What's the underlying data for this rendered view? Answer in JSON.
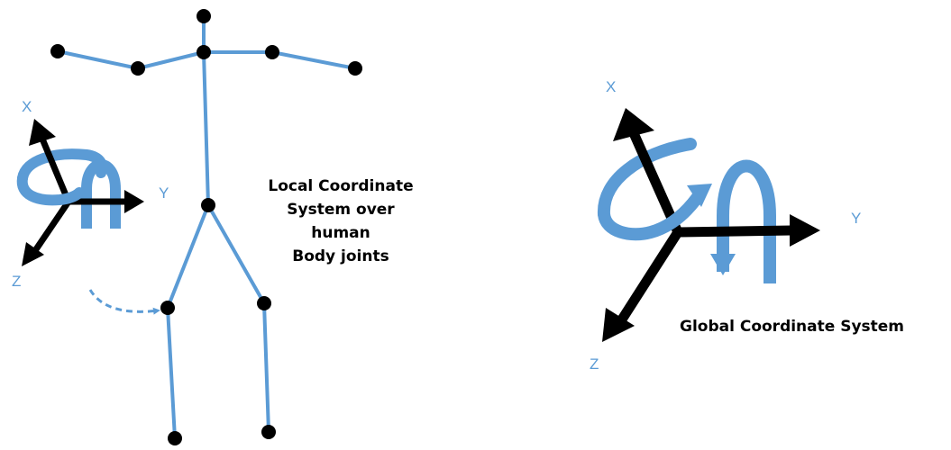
{
  "local_caption": [
    "Local Coordinate",
    "System over",
    "human",
    "Body joints"
  ],
  "global_caption": "Global Coordinate System",
  "local_axes": {
    "x": "X",
    "y": "Y",
    "z": "Z"
  },
  "global_axes": {
    "x": "X",
    "y": "Y",
    "z": "Z"
  },
  "colors": {
    "limb": "#5b9bd5",
    "joint": "#000000",
    "axis": "#000000",
    "rotation": "#5b9bd5"
  }
}
